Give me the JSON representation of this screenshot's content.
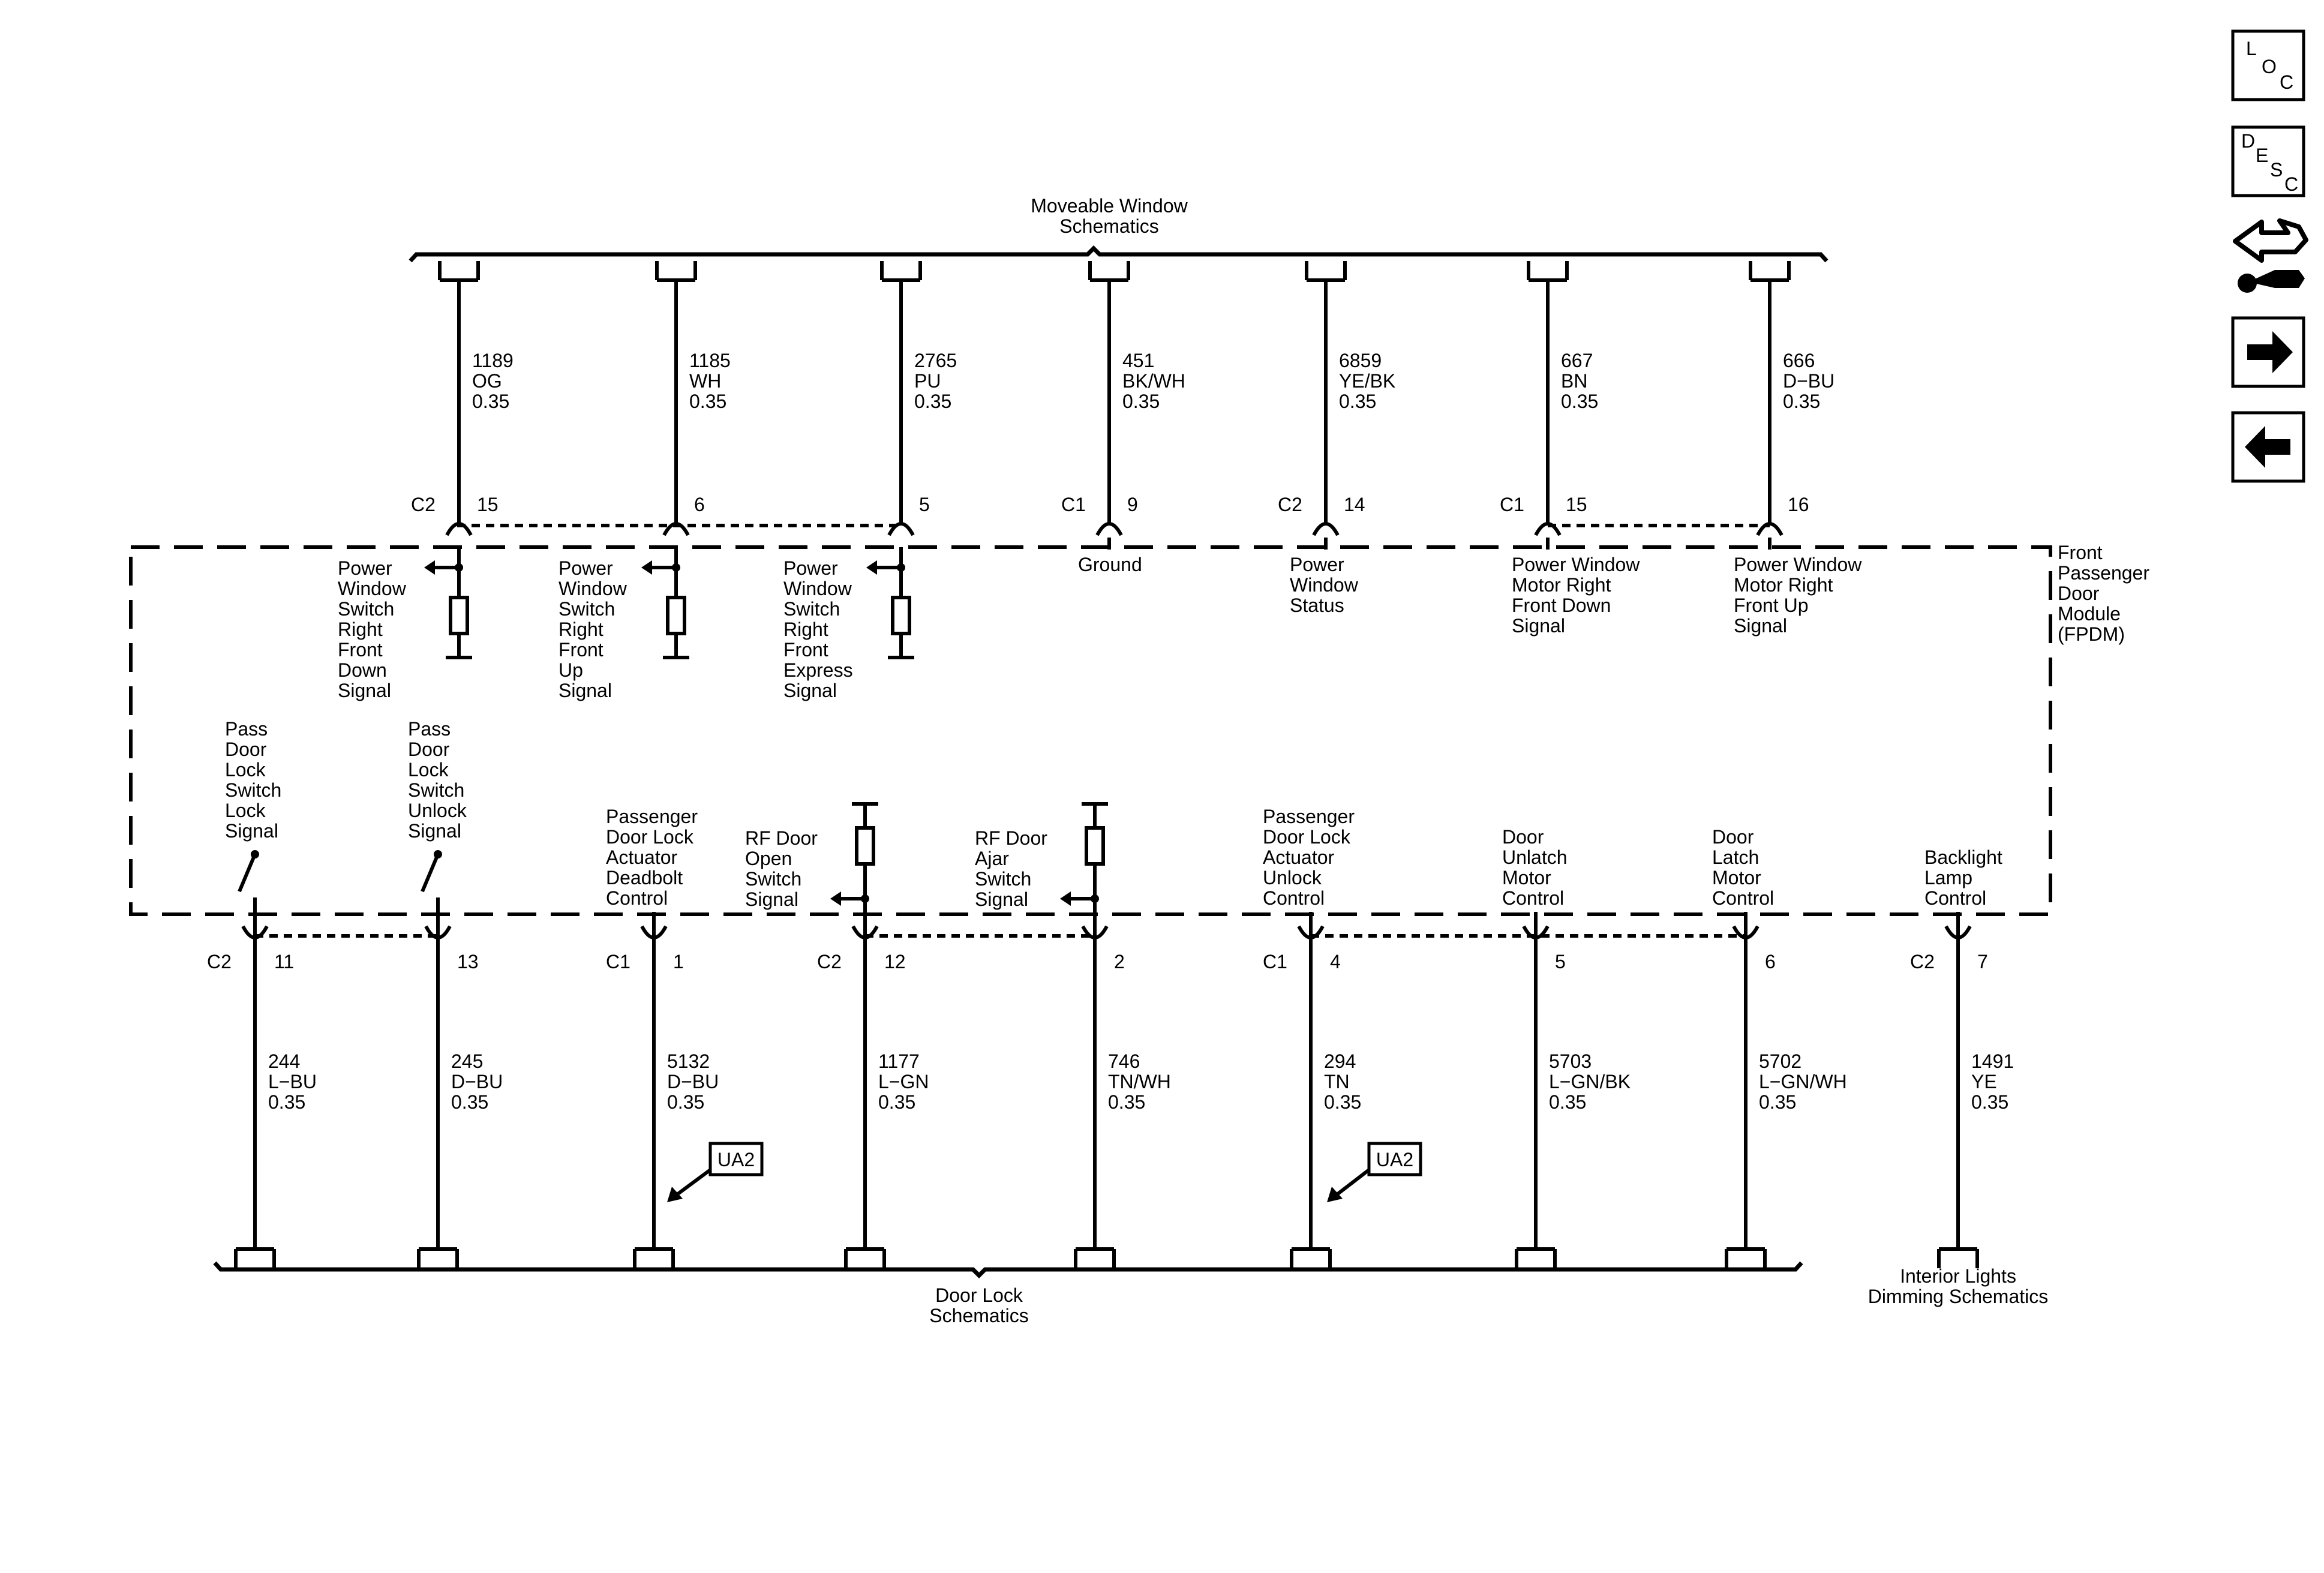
{
  "header": {
    "top": [
      "Moveable Window",
      "Schematics"
    ],
    "bottom": [
      "Door Lock",
      "Schematics"
    ],
    "interior": [
      "Interior Lights",
      "Dimming Schematics"
    ]
  },
  "module": [
    "Front",
    "Passenger",
    "Door",
    "Module",
    "(FPDM)"
  ],
  "nav": {
    "loc": [
      "L",
      "O",
      "C"
    ],
    "desc": [
      "D",
      "E",
      "S",
      "C"
    ]
  },
  "top_wires": [
    {
      "circuit": [
        "1189",
        "OG",
        "0.35"
      ],
      "conn": "C2",
      "pin": "15",
      "label": [
        "Power",
        "Window",
        "Switch",
        "Right",
        "Front",
        "Down",
        "Signal"
      ]
    },
    {
      "circuit": [
        "1185",
        "WH",
        "0.35"
      ],
      "conn": "",
      "pin": "6",
      "label": [
        "Power",
        "Window",
        "Switch",
        "Right",
        "Front",
        "Up",
        "Signal"
      ]
    },
    {
      "circuit": [
        "2765",
        "PU",
        "0.35"
      ],
      "conn": "",
      "pin": "5",
      "label": [
        "Power",
        "Window",
        "Switch",
        "Right",
        "Front",
        "Express",
        "Signal"
      ]
    },
    {
      "circuit": [
        "451",
        "BK/WH",
        "0.35"
      ],
      "conn": "C1",
      "pin": "9",
      "label": [
        "Ground"
      ]
    },
    {
      "circuit": [
        "6859",
        "YE/BK",
        "0.35"
      ],
      "conn": "C2",
      "pin": "14",
      "label": [
        "Power",
        "Window",
        "Status"
      ]
    },
    {
      "circuit": [
        "667",
        "BN",
        "0.35"
      ],
      "conn": "C1",
      "pin": "15",
      "label": [
        "Power Window",
        "Motor Right",
        "Front Down",
        "Signal"
      ]
    },
    {
      "circuit": [
        "666",
        "D−BU",
        "0.35"
      ],
      "conn": "",
      "pin": "16",
      "label": [
        "Power Window",
        "Motor Right",
        "Front Up",
        "Signal"
      ]
    }
  ],
  "bottom_wires": [
    {
      "circuit": [
        "244",
        "L−BU",
        "0.35"
      ],
      "conn": "C2",
      "pin": "11",
      "label": [
        "Pass",
        "Door",
        "Lock",
        "Switch",
        "Lock",
        "Signal"
      ]
    },
    {
      "circuit": [
        "245",
        "D−BU",
        "0.35"
      ],
      "conn": "",
      "pin": "13",
      "label": [
        "Pass",
        "Door",
        "Lock",
        "Switch",
        "Unlock",
        "Signal"
      ]
    },
    {
      "circuit": [
        "5132",
        "D−BU",
        "0.35"
      ],
      "conn": "C1",
      "pin": "1",
      "label": [
        "Passenger",
        "Door Lock",
        "Actuator",
        "Deadbolt",
        "Control"
      ]
    },
    {
      "circuit": [
        "1177",
        "L−GN",
        "0.35"
      ],
      "conn": "C2",
      "pin": "12",
      "label": [
        "RF Door",
        "Open",
        "Switch",
        "Signal"
      ]
    },
    {
      "circuit": [
        "746",
        "TN/WH",
        "0.35"
      ],
      "conn": "",
      "pin": "2",
      "label": [
        "RF Door",
        "Ajar",
        "Switch",
        "Signal"
      ]
    },
    {
      "circuit": [
        "294",
        "TN",
        "0.35"
      ],
      "conn": "C1",
      "pin": "4",
      "label": [
        "Passenger",
        "Door Lock",
        "Actuator",
        "Unlock",
        "Control"
      ]
    },
    {
      "circuit": [
        "5703",
        "L−GN/BK",
        "0.35"
      ],
      "conn": "",
      "pin": "5",
      "label": [
        "Door",
        "Unlatch",
        "Motor",
        "Control"
      ]
    },
    {
      "circuit": [
        "5702",
        "L−GN/WH",
        "0.35"
      ],
      "conn": "",
      "pin": "6",
      "label": [
        "Door",
        "Latch",
        "Motor",
        "Control"
      ]
    },
    {
      "circuit": [
        "1491",
        "YE",
        "0.35"
      ],
      "conn": "C2",
      "pin": "7",
      "label": [
        "Backlight",
        "Lamp",
        "Control"
      ]
    }
  ],
  "refs": [
    "UA2",
    "UA2"
  ]
}
